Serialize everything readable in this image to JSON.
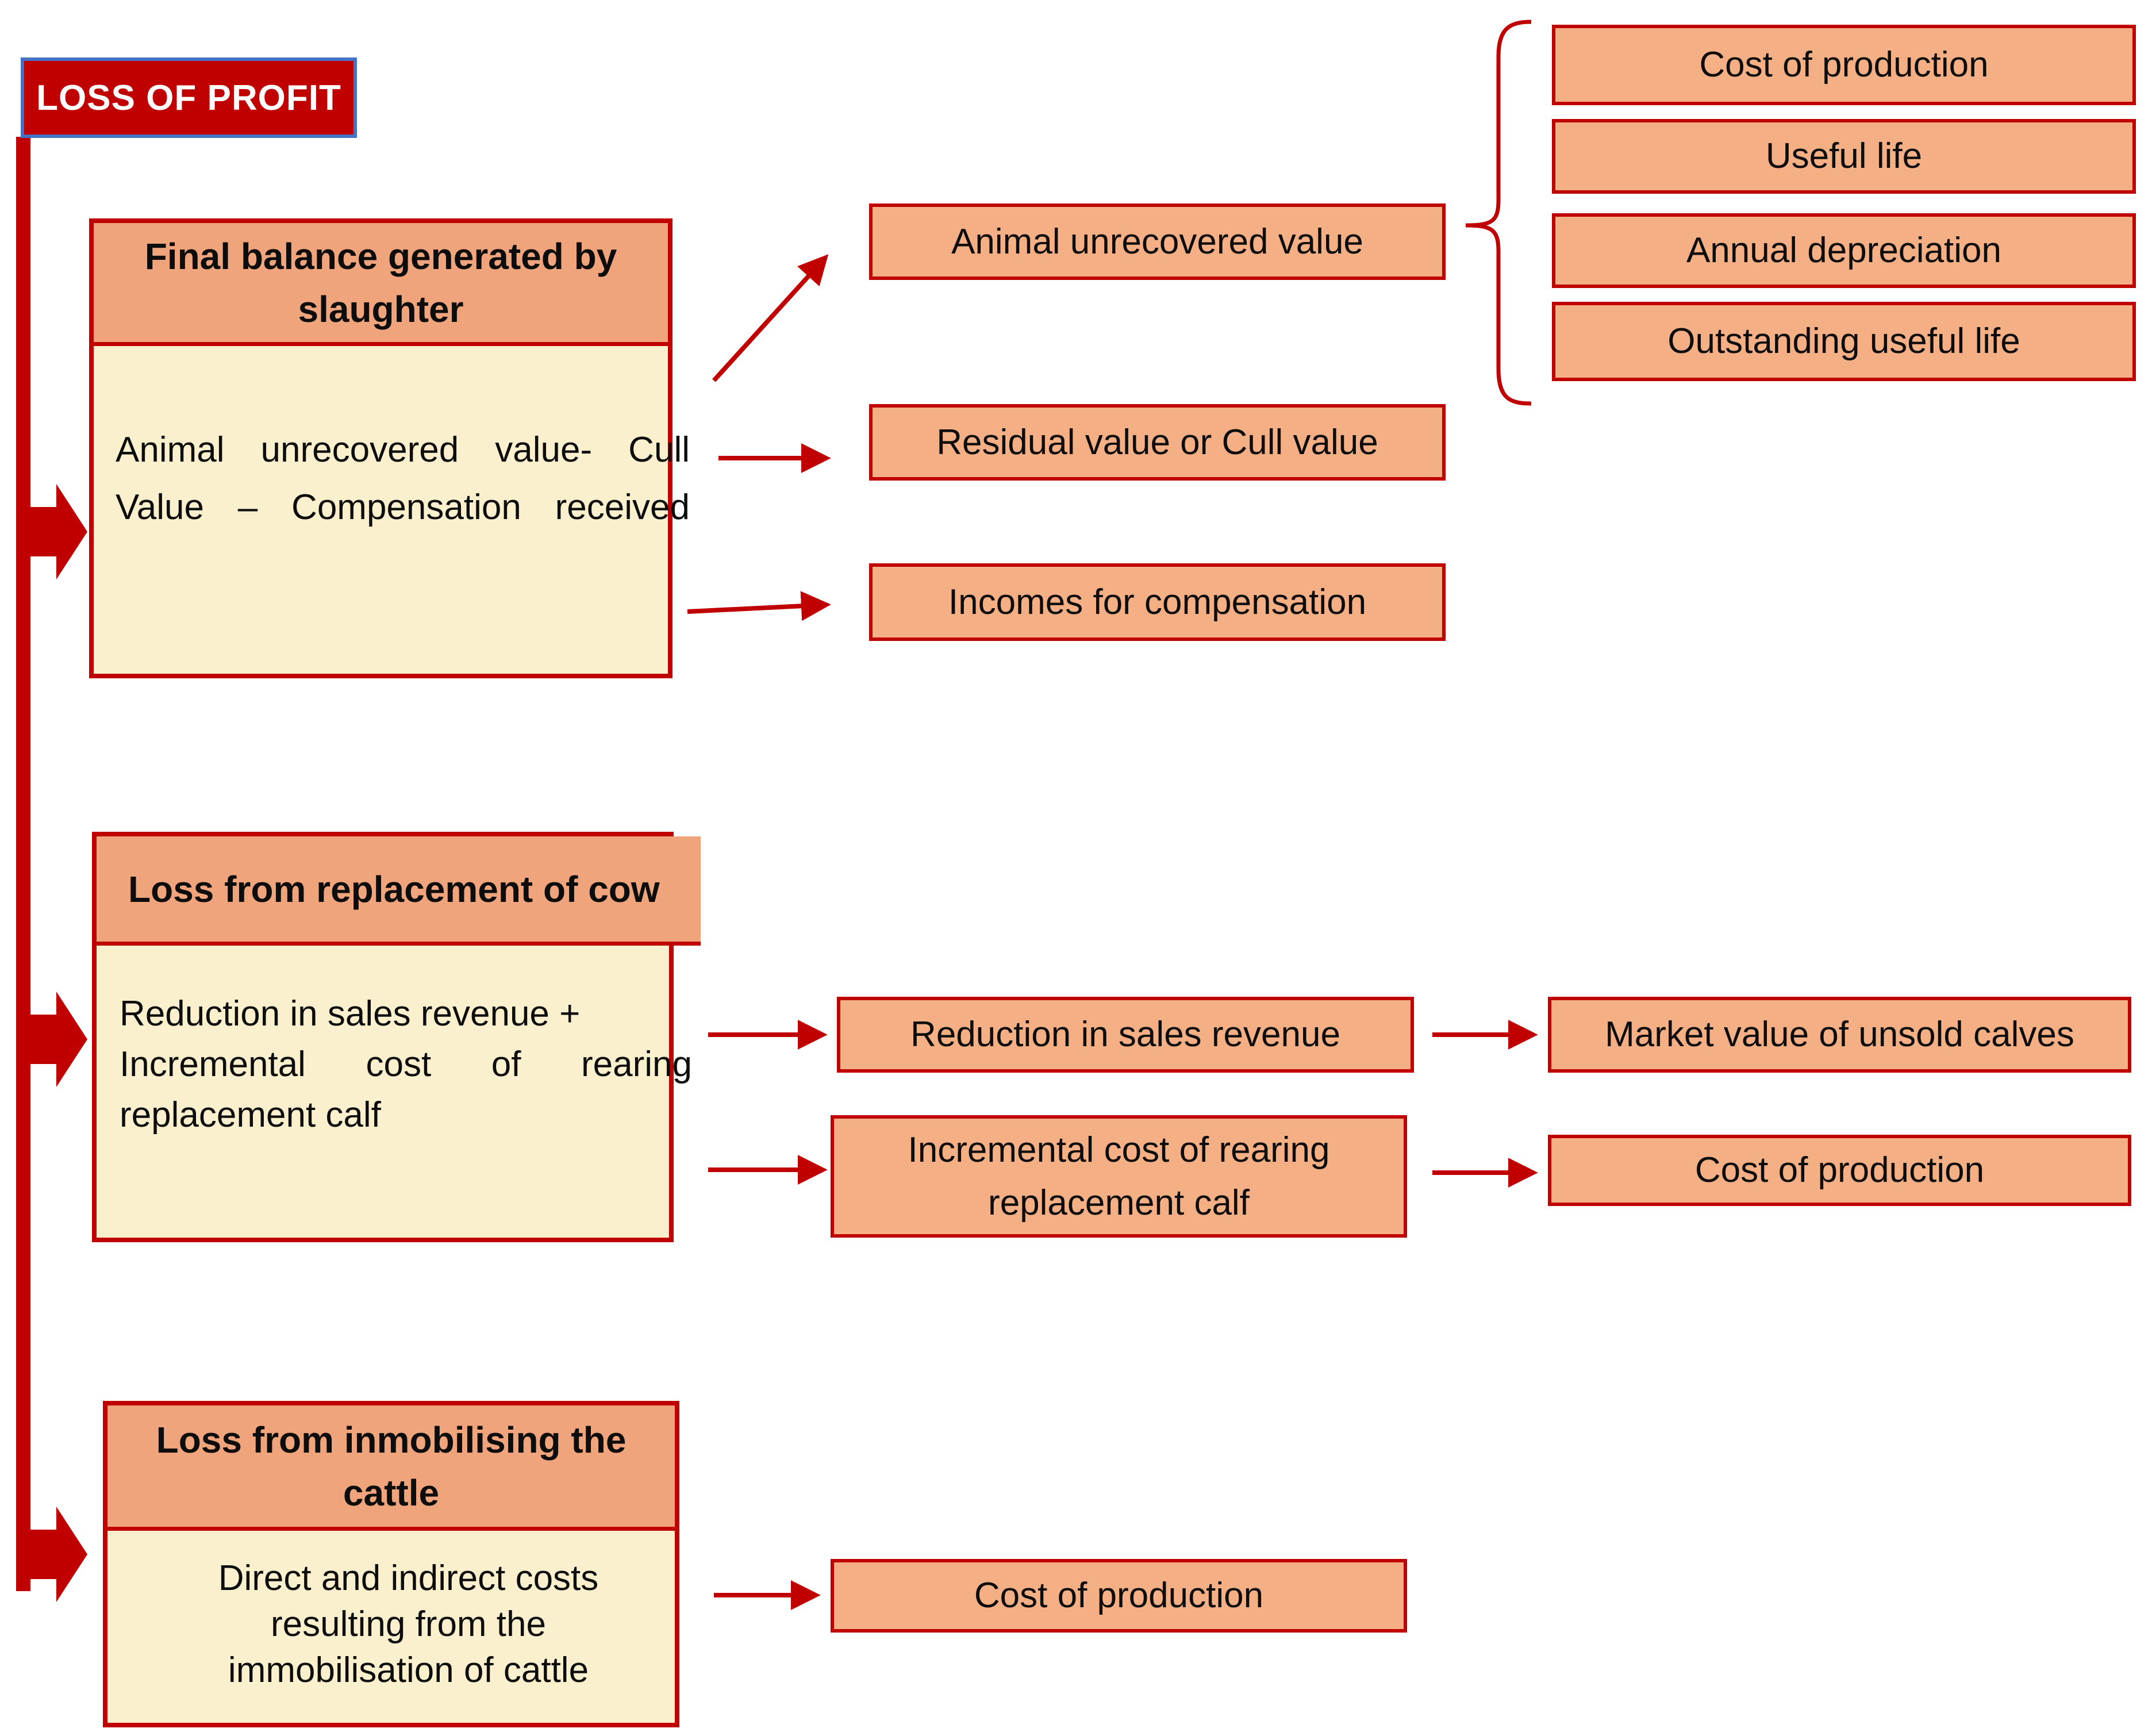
{
  "colors": {
    "accent_red": "#C00000",
    "blue_border": "#4472C4",
    "header_orange": "#EFA47C",
    "small_box_orange": "#F5AF85",
    "body_cream": "#FBF0CD"
  },
  "root": {
    "label": "LOSS OF PROFIT"
  },
  "sections": [
    {
      "header_lines": [
        "Final balance generated by",
        "slaughter"
      ],
      "body_lines": [
        "Animal unrecovered value- Cull",
        "Value – Compensation received"
      ],
      "children": [
        {
          "label": "Animal unrecovered value"
        },
        {
          "label": "Residual value or Cull value"
        },
        {
          "label": "Incomes for compensation"
        }
      ],
      "detail_boxes": [
        {
          "label": "Cost of production"
        },
        {
          "label": "Useful life"
        },
        {
          "label": "Annual depreciation"
        },
        {
          "label": "Outstanding useful life"
        }
      ]
    },
    {
      "header_lines": [
        "Loss from replacement of cow"
      ],
      "body_lines": [
        "Reduction in sales revenue +",
        "Incremental cost of rearing",
        "replacement calf"
      ],
      "children": [
        {
          "label_lines": [
            "Reduction in sales revenue"
          ],
          "detail": "Market value of unsold calves"
        },
        {
          "label_lines": [
            "Incremental cost of rearing",
            "replacement calf"
          ],
          "detail": "Cost of production"
        }
      ]
    },
    {
      "header_lines": [
        "Loss from inmobilising the",
        "cattle"
      ],
      "body_lines": [
        "Direct and indirect costs",
        "resulting from the",
        "immobilisation of cattle"
      ],
      "children": [
        {
          "label": "Cost of production"
        }
      ]
    }
  ]
}
